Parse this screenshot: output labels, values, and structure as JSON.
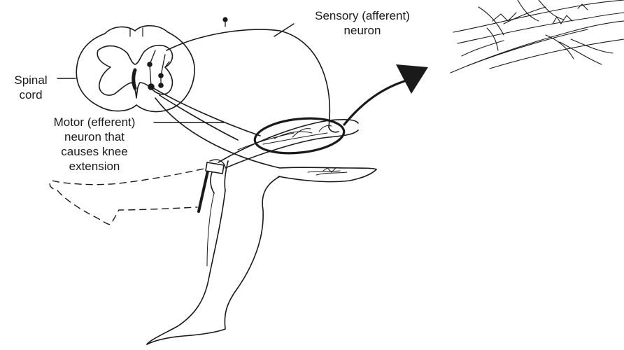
{
  "labels": {
    "sensory": {
      "line1": "Sensory (afferent)",
      "line2": "neuron"
    },
    "spinal": {
      "line1": "Spinal",
      "line2": "cord"
    },
    "motor": {
      "line1": "Motor (efferent)",
      "line2": "neuron that",
      "line3": "causes knee",
      "line4": "extension"
    }
  },
  "colors": {
    "ink": "#1a1a1a",
    "background": "#ffffff"
  }
}
